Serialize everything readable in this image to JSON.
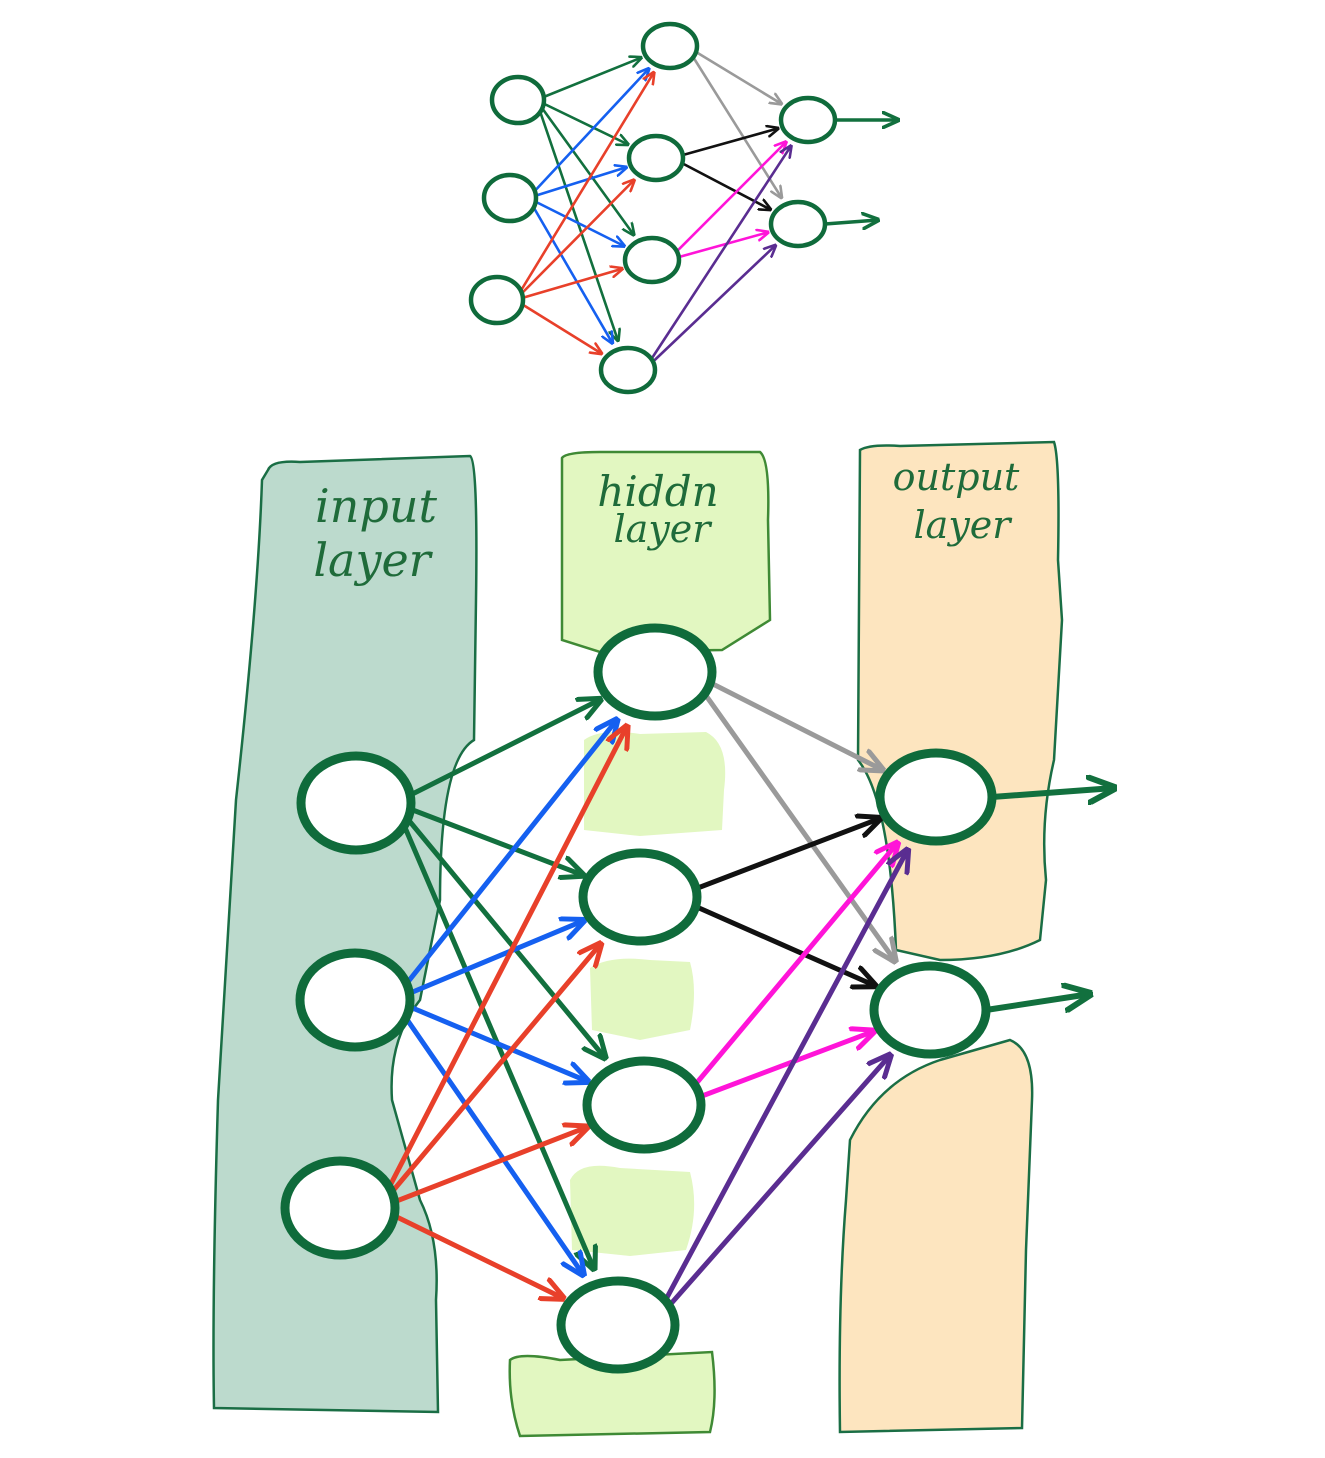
{
  "colors": {
    "node_stroke": "#0f6b3b",
    "node_fill": "#ffffff",
    "input_band": "#bcdacd",
    "input_border": "#1a6e45",
    "hidden_band": "#e2f7c1",
    "hidden_border": "#3f8a35",
    "output_band": "#fde5bf",
    "output_border": "#1a6e45",
    "edge_input_0": "#12703e",
    "edge_input_1": "#1560f0",
    "edge_input_2": "#e8402a",
    "edge_hidden_0": "#9a9a9a",
    "edge_hidden_1": "#111111",
    "edge_hidden_2": "#ff14d8",
    "edge_hidden_3": "#5a2d91",
    "edge_output": "#12703e"
  },
  "layers": {
    "input": {
      "line1": "input",
      "line2": "layer",
      "node_count": 3
    },
    "hidden": {
      "line1": "hiddn",
      "line2": "layer",
      "node_count": 4
    },
    "output": {
      "line1": "output",
      "line2": "layer",
      "node_count": 2
    }
  },
  "network": {
    "connectivity": "fully-connected",
    "output_arrows": 2
  }
}
